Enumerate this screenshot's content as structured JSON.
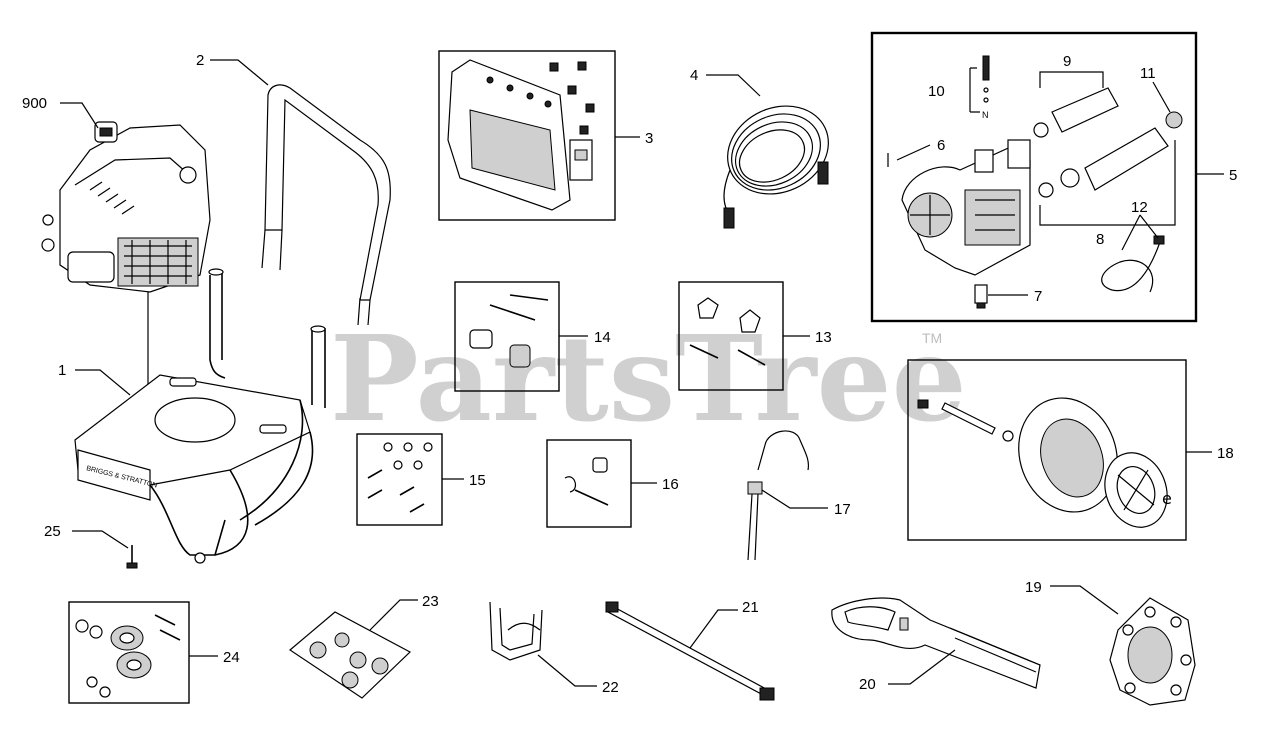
{
  "watermark": {
    "text": "PartsTree",
    "trademark": "TM"
  },
  "callouts": {
    "c1": "1",
    "c2": "2",
    "c3": "3",
    "c4": "4",
    "c5": "5",
    "c6": "6",
    "c7": "7",
    "c8": "8",
    "c9": "9",
    "c10": "10",
    "c11": "11",
    "c12": "12",
    "c13": "13",
    "c14": "14",
    "c15": "15",
    "c16": "16",
    "c17": "17",
    "c18": "18",
    "c19": "19",
    "c20": "20",
    "c21": "21",
    "c22": "22",
    "c23": "23",
    "c24": "24",
    "c25": "25",
    "c900": "900"
  }
}
